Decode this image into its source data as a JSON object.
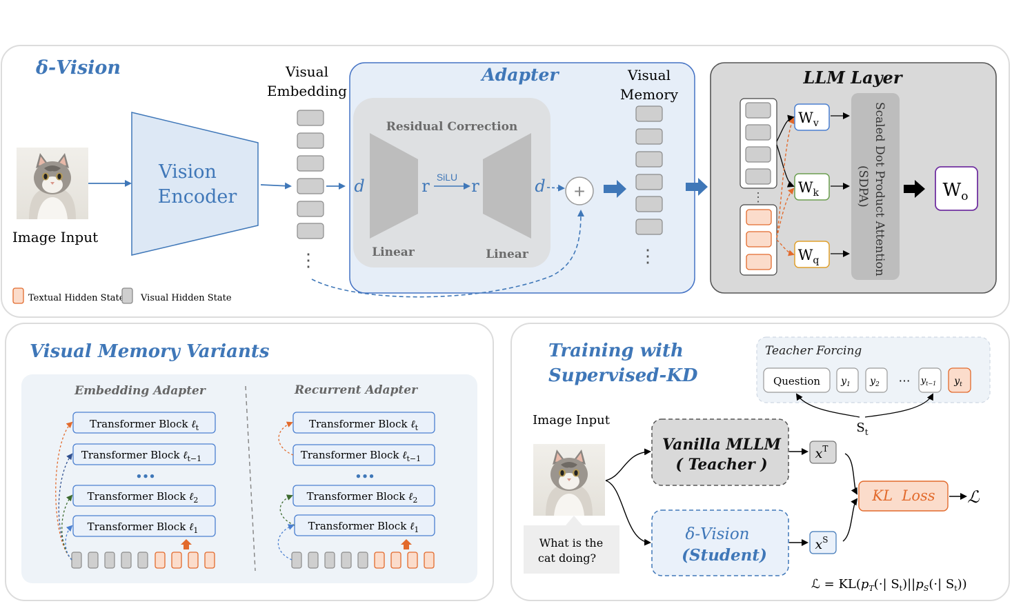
{
  "colors": {
    "accent_blue": "#3f77b8",
    "panel_border": "#d9d9d9",
    "adapter_fill": "#e6eef8",
    "adapter_border": "#4472c4",
    "llm_fill": "#d9d9d9",
    "orange": "#e26a2c",
    "orange_fill": "#fbdccb",
    "gray_cell": "#cfcfcf",
    "green": "#3d6b2f",
    "purple": "#7030a0"
  },
  "top": {
    "title": "δ-Vision",
    "image_input_label": "Image Input",
    "encoder_label": [
      "Vision",
      "Encoder"
    ],
    "visual_embedding_label": [
      "Visual",
      "Embedding"
    ],
    "adapter_title": "Adapter",
    "residual_label": "Residual Correction",
    "d_in": "d",
    "r_mid1": "r",
    "silu": "SiLU",
    "r_mid2": "r",
    "d_out": "d",
    "linear1": "Linear",
    "linear2": "Linear",
    "plus": "+",
    "visual_memory_label": [
      "Visual",
      "Memory"
    ],
    "llm_title": "LLM Layer",
    "wv": "W",
    "wv_sub": "v",
    "wk": "W",
    "wk_sub": "k",
    "wq": "W",
    "wq_sub": "q",
    "wo": "W",
    "wo_sub": "o",
    "sdpa": [
      "Scaled Dot Product Attention",
      "(SDPA)"
    ],
    "legend_textual": "Textual Hidden State",
    "legend_visual": "Visual Hidden State",
    "dots": "⋮"
  },
  "variants": {
    "title": "Visual Memory Variants",
    "embedding_title": "Embedding Adapter",
    "recurrent_title": "Recurrent Adapter",
    "block_prefix": "Transformer Block ",
    "blocks": [
      {
        "sym": "ℓ",
        "sub": "t"
      },
      {
        "sym": "ℓ",
        "sub": "t−1"
      },
      {
        "sym": "ℓ",
        "sub": "2"
      },
      {
        "sym": "ℓ",
        "sub": "1"
      }
    ],
    "ellipsis": "•••"
  },
  "training": {
    "title": [
      "Training with",
      "Supervised-KD"
    ],
    "teacher_forcing": "Teacher Forcing",
    "question": "Question",
    "tokens": [
      {
        "base": "y",
        "sub": "1"
      },
      {
        "base": "y",
        "sub": "2"
      },
      {
        "base": "⋯",
        "sub": ""
      },
      {
        "base": "y",
        "sub": "t−1"
      },
      {
        "base": "y",
        "sub": "t"
      }
    ],
    "st": "S",
    "st_sub": "t",
    "image_input_label": "Image Input",
    "question_text": [
      "What is the",
      "cat doing?"
    ],
    "teacher": [
      "Vanilla MLLM",
      "( Teacher )"
    ],
    "student": [
      "δ-Vision",
      "(Student)"
    ],
    "xt": "x",
    "xt_sup": "T",
    "xs": "x",
    "xs_sup": "S",
    "kl_loss": "KL  Loss",
    "loss_symbol": "ℒ",
    "formula": "ℒ = KL(p_T(·| S_t)||p_S(·| S_t))",
    "formula_parts": {
      "lhs": "ℒ = KL(",
      "pT": "p",
      "pT_sub": "T",
      "mid1": "(·| S",
      "s_sub": "t",
      "mid2": ")||",
      "pS": "p",
      "pS_sub": "S",
      "mid3": "(·| S",
      "s_sub2": "t",
      "end": "))"
    }
  }
}
